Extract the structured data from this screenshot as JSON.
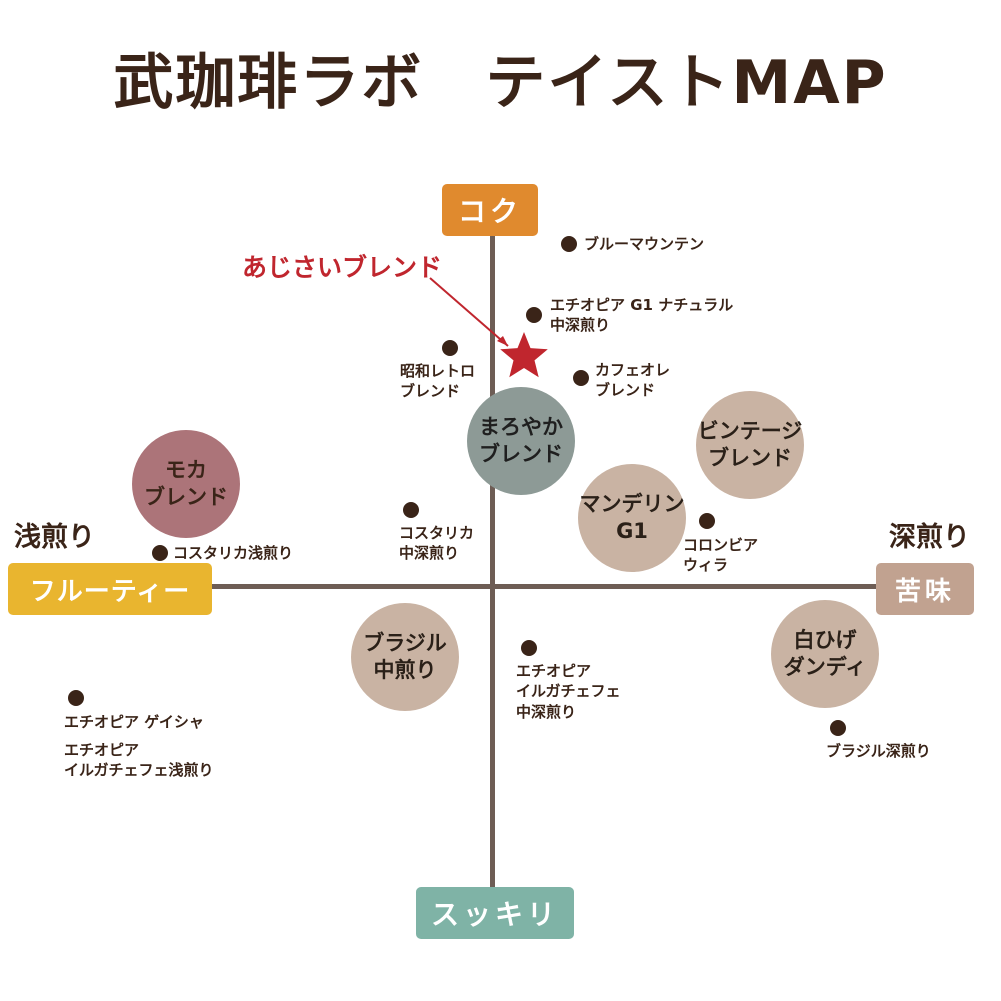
{
  "title": "武珈琲ラボ　テイストMAP",
  "axes": {
    "top": {
      "label": "コク",
      "color": "#e08a2e"
    },
    "bottom": {
      "label": "スッキリ",
      "color": "#7fb3a6"
    },
    "left": {
      "label": "フルーティー",
      "color": "#e9b52f"
    },
    "right": {
      "label": "苦味",
      "color": "#c1a290"
    }
  },
  "side_labels": {
    "left": "浅煎り",
    "right": "深煎り"
  },
  "highlight": {
    "label": "あじさいブレンド",
    "color": "#c0262e"
  },
  "bubbles": [
    {
      "id": "mocha",
      "label": "モカ\nブレンド",
      "color": "#ac7479"
    },
    {
      "id": "maroyaka",
      "label": "まろやか\nブレンド",
      "color": "#8d9a96"
    },
    {
      "id": "vintage",
      "label": "ビンテージ\nブレンド",
      "color": "#c9b3a3"
    },
    {
      "id": "mandheling",
      "label": "マンデリン\nG1",
      "color": "#c9b3a3"
    },
    {
      "id": "brazil-medium",
      "label": "ブラジル\n中煎り",
      "color": "#c9b3a3"
    },
    {
      "id": "shirohige",
      "label": "白ひげ\nダンディ",
      "color": "#c9b3a3"
    }
  ],
  "points": [
    {
      "id": "blue-mountain",
      "label": "ブルーマウンテン"
    },
    {
      "id": "ethiopia-g1",
      "label": "エチオピア G1 ナチュラル\n中深煎り"
    },
    {
      "id": "showa-retro",
      "label": "昭和レトロ\nブレンド"
    },
    {
      "id": "cafe-au-lait",
      "label": "カフェオレ\nブレンド"
    },
    {
      "id": "costa-rica-mid",
      "label": "コスタリカ\n中深煎り"
    },
    {
      "id": "colombia",
      "label": "コロンビア\nウィラ"
    },
    {
      "id": "costa-rica-light",
      "label": "コスタリカ浅煎り"
    },
    {
      "id": "ethiopia-yirga-mid",
      "label": "エチオピア\nイルガチェフェ\n中深煎り"
    },
    {
      "id": "ethiopia-geisha",
      "label": "エチオピア ゲイシャ"
    },
    {
      "id": "ethiopia-yirga-light",
      "label": "エチオピア\nイルガチェフェ浅煎り"
    },
    {
      "id": "brazil-dark",
      "label": "ブラジル深煎り"
    }
  ]
}
